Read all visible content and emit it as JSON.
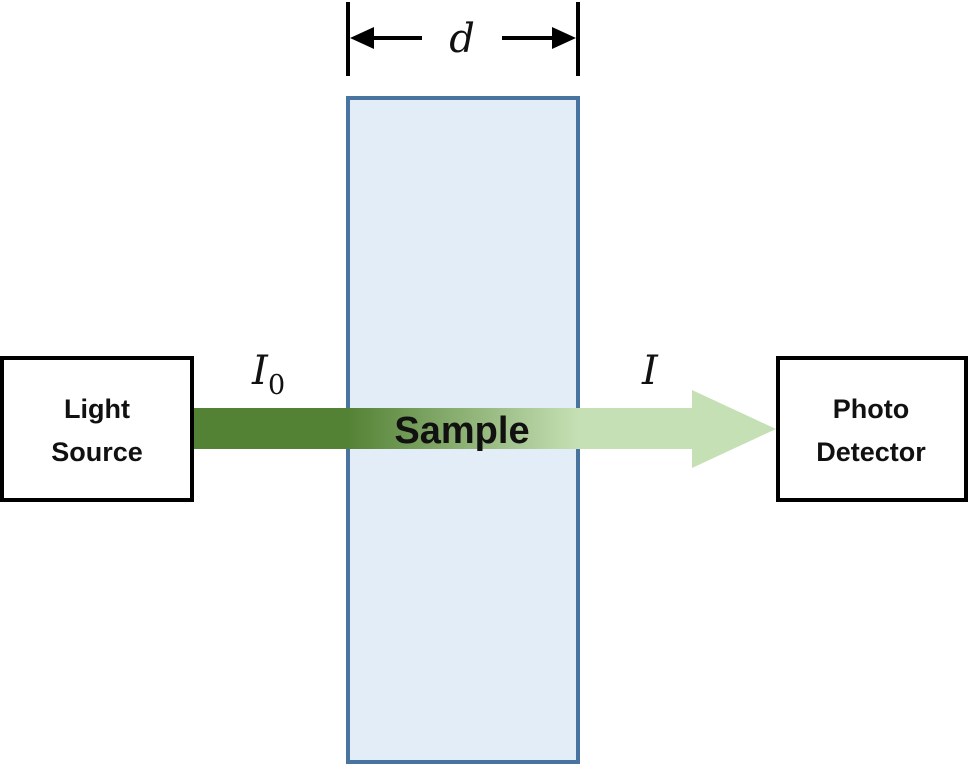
{
  "light_source": {
    "line1": "Light",
    "line2": "Source"
  },
  "detector": {
    "line1": "Photo",
    "line2": "Detector"
  },
  "sample": {
    "label": "Sample"
  },
  "thickness": {
    "symbol": "d"
  },
  "incident": {
    "symbol": "I",
    "subscript": "0"
  },
  "transmitted": {
    "symbol": "I"
  },
  "colors": {
    "incident_beam": "#548235",
    "transmitted_beam": "#c5e0b4",
    "sample_fill": "#e3edf7",
    "sample_border": "#4a74a0",
    "box_border": "#000000"
  }
}
